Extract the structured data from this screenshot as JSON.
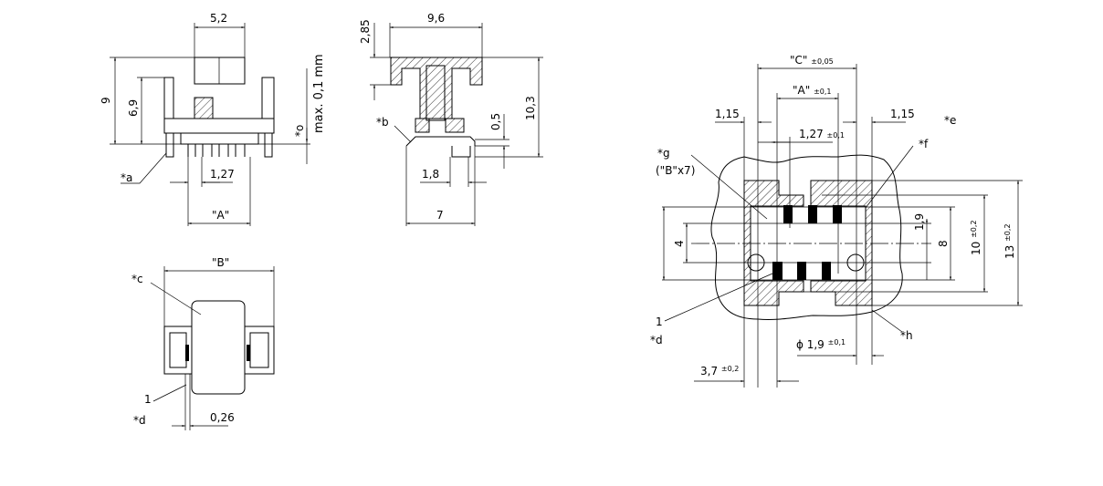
{
  "front_view": {
    "width_top": "5,2",
    "height_total": "9",
    "height_posts": "6,9",
    "flatness_marker": "*o",
    "flatness": "max. 0,1 mm",
    "pitch": "1,27",
    "span": "\"A\"",
    "callout_a": "*a"
  },
  "section_view": {
    "width": "9,6",
    "top_thickness": "2,85",
    "height": "10,3",
    "standoff": "0,5",
    "pin_offset": "1,8",
    "depth": "7",
    "callout_b": "*b"
  },
  "bottom_view": {
    "length": "\"B\"",
    "callout_c": "*c",
    "pin1": "1",
    "callout_d": "*d",
    "pin_width": "0,26"
  },
  "footprint": {
    "dim_c": "\"C\"",
    "dim_c_tol": "±0,05",
    "dim_a": "\"A\"",
    "dim_a_tol": "±0,1",
    "edge_left": "1,15",
    "edge_right": "1,15",
    "pitch": "1,27",
    "pitch_tol": "±0,1",
    "callout_e": "*e",
    "callout_f": "*f",
    "callout_g": "*g",
    "callout_g_note": "(\"B\"x7)",
    "row_pitch": "1,9",
    "dim_8": "8",
    "dim_10": "10",
    "dim_10_tol": "±0,2",
    "dim_13": "13",
    "dim_13_tol": "±0,2",
    "dim_4": "4",
    "pin1": "1",
    "callout_d": "*d",
    "callout_h": "*h",
    "hole_dia": "ϕ 1,9",
    "hole_tol": "±0,1",
    "offset": "3,7",
    "offset_tol": "±0,2"
  }
}
